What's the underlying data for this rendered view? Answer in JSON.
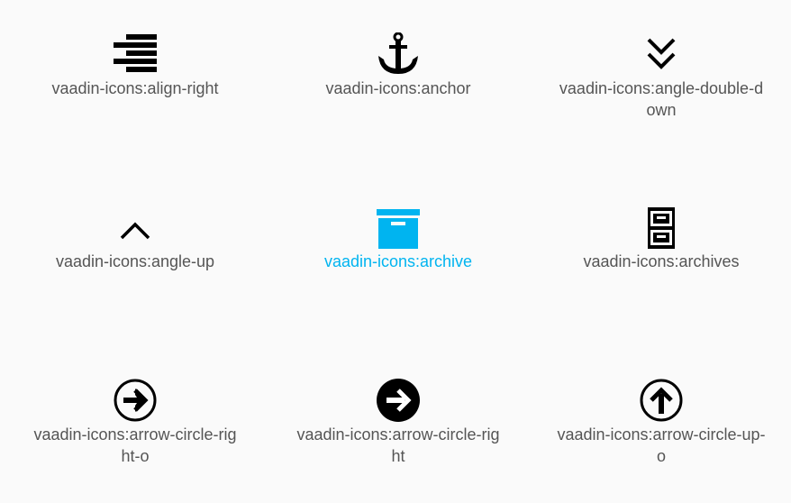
{
  "accent_color": "#00b4f0",
  "text_color": "#555555",
  "icons": [
    {
      "label": "vaadin-icons:align-right",
      "icon_name": "align-right-icon",
      "selected": false
    },
    {
      "label": "vaadin-icons:anchor",
      "icon_name": "anchor-icon",
      "selected": false
    },
    {
      "label": "vaadin-icons:angle-double-down",
      "icon_name": "angle-double-down-icon",
      "selected": false
    },
    {
      "label": "vaadin-icons:angle-up",
      "icon_name": "angle-up-icon",
      "selected": false
    },
    {
      "label": "vaadin-icons:archive",
      "icon_name": "archive-icon",
      "selected": true
    },
    {
      "label": "vaadin-icons:archives",
      "icon_name": "archives-icon",
      "selected": false
    },
    {
      "label": "vaadin-icons:arrow-circle-right-o",
      "icon_name": "arrow-circle-right-o-icon",
      "selected": false
    },
    {
      "label": "vaadin-icons:arrow-circle-right",
      "icon_name": "arrow-circle-right-icon",
      "selected": false
    },
    {
      "label": "vaadin-icons:arrow-circle-up-o",
      "icon_name": "arrow-circle-up-o-icon",
      "selected": false
    }
  ]
}
